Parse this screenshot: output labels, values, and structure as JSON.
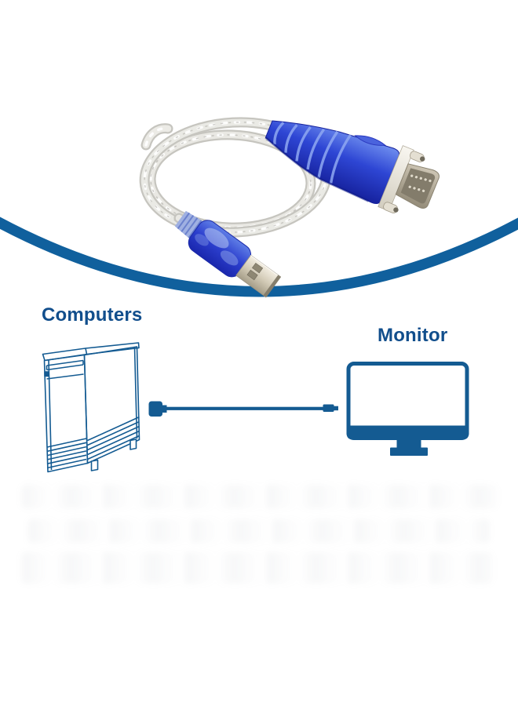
{
  "page": {
    "background": "#ffffff"
  },
  "colors": {
    "swoosh": "#10609d",
    "diagram": "#145b92",
    "label_text": "#114e8c",
    "connector_blue": "#2b3ecb",
    "connector_blue_light": "#6f8fe8",
    "cable_silver": "#d9d8d3",
    "metal": "#cfc7b2"
  },
  "photo": {
    "subject": "usb-to-db9-serial-adapter-cable"
  },
  "diagram": {
    "computers_label": "Computers",
    "monitor_label": "Monitor"
  }
}
